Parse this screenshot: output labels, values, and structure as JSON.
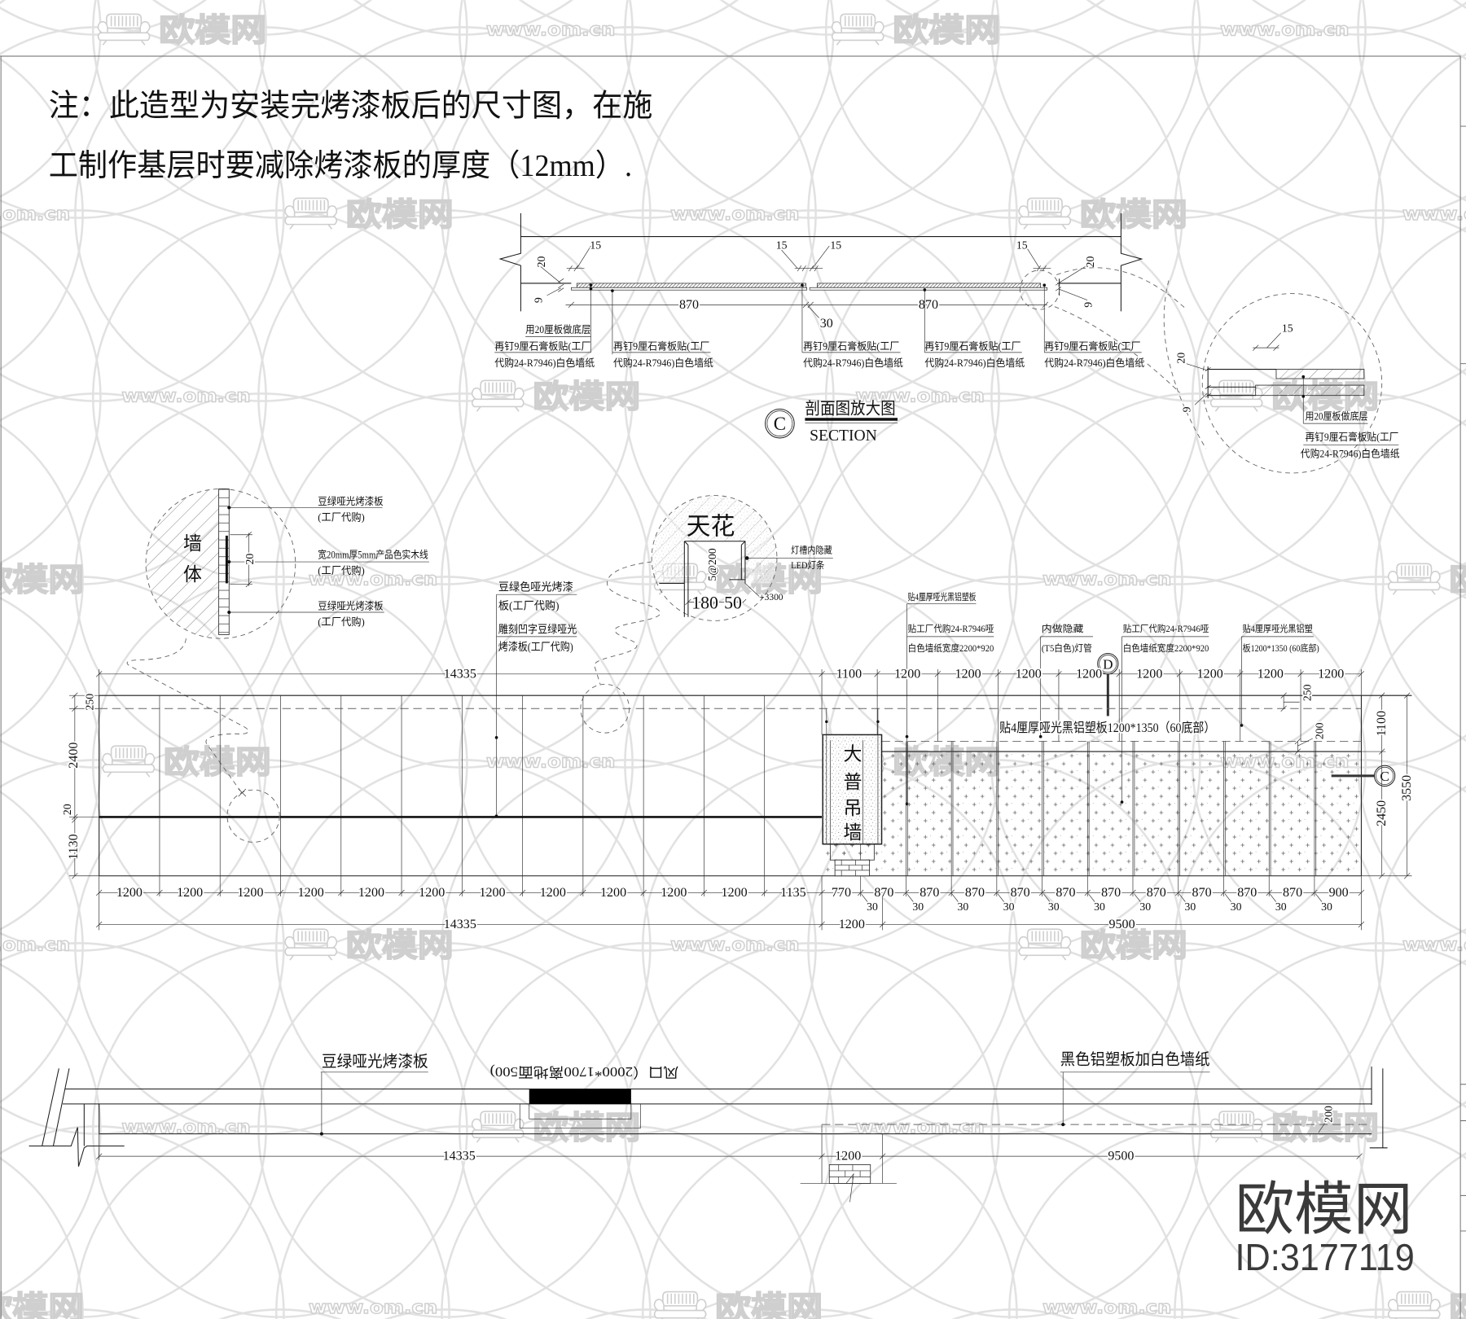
{
  "watermark": {
    "brand": "欧模网",
    "url": "www.om.cn"
  },
  "note": {
    "line1": "注：此造型为安装完烤漆板后的尺寸图，在施",
    "line2": "工制作基层时要减除烤漆板的厚度（12mm）."
  },
  "section_c": {
    "marker": "C",
    "title": "剖面图放大图",
    "subtitle": "SECTION",
    "dims": {
      "gap": "15",
      "base_board": "20",
      "gypsum_board": "9",
      "panel_width": "870",
      "joint": "30"
    },
    "labels": {
      "base_layer": "用20厘板做底层",
      "finish_line1": "再钉9厘石膏板贴(工厂",
      "finish_line2": "代购24-R7946)白色墙纸"
    }
  },
  "wall_detail": {
    "wall_chars": [
      "墙",
      "体"
    ],
    "dim": "20",
    "callouts": [
      {
        "line1": "豆绿哑光烤漆板",
        "line2": "(工厂代购)"
      },
      {
        "line1": "宽20mm厚5mm产品色实木线",
        "line2": "(工厂代购)"
      },
      {
        "line1": "豆绿哑光烤漆板",
        "line2": "(工厂代购)"
      }
    ]
  },
  "ceiling_detail": {
    "title": "天花",
    "spacing": "5@200",
    "dim_left": "180",
    "dim_right": "50",
    "level": "+3300",
    "led_line1": "灯槽内隐藏",
    "led_line2": "LED灯条"
  },
  "elevation": {
    "callouts": {
      "green_panel_line1": "豆绿色哑光烤漆",
      "green_panel_line2": "板(工厂代购)",
      "carved_line1": "雕刻凹字豆绿哑光",
      "carved_line2": "烤漆板(工厂代购)",
      "black_panel": "贴4厘厚哑光黑铝塑板",
      "wallpaper_a_line1": "贴工厂代购24-R7946哑",
      "wallpaper_a_line2": "白色墙纸宽度2200*920",
      "lamp_line1": "内做隐藏",
      "lamp_line2": "(T5白色)灯管",
      "wallpaper_b_line1": "贴工厂代购24-R7946哑",
      "wallpaper_b_line2": "白色墙纸宽度2200*920",
      "black_panel_b_line1": "贴4厘厚哑光黑铝塑",
      "black_panel_b_line2": "板1200*1350 (60底部)",
      "panel_note": "贴4厘厚哑光黑铝塑板1200*1350（60底部）"
    },
    "column_chars": [
      "大",
      "普",
      "吊",
      "墙"
    ],
    "markers": {
      "detail": "D",
      "section": "C"
    },
    "top_dims": [
      "14335",
      "1100",
      "1200",
      "1200",
      "1200",
      "1200",
      "1200",
      "1200",
      "1200",
      "1200"
    ],
    "left_dims": [
      "250",
      "2400",
      "20",
      "1130"
    ],
    "bottom_dims_left": [
      "1200",
      "1200",
      "1200",
      "1200",
      "1200",
      "1200",
      "1200",
      "1200",
      "1200",
      "1200",
      "1200",
      "1135"
    ],
    "bottom_dims_right": [
      "770",
      "870",
      "870",
      "870",
      "870",
      "870",
      "870",
      "870",
      "870",
      "870",
      "870",
      "900"
    ],
    "joint": "30",
    "overall_dims": [
      "14335",
      "1200",
      "9500"
    ],
    "right_dims": {
      "upper": "1100",
      "lower": "2450",
      "total": "3550",
      "top_band": "250",
      "gap": "200"
    }
  },
  "plan": {
    "label_green": "豆绿哑光烤漆板",
    "label_black": "黑色铝塑板加白色墙纸",
    "vent": "风口（2000*1700离地面500)",
    "dims": [
      "14335",
      "1200",
      "9500"
    ],
    "wall_dim": "200"
  },
  "branding": {
    "name": "欧模网",
    "id": "ID:3177119"
  }
}
